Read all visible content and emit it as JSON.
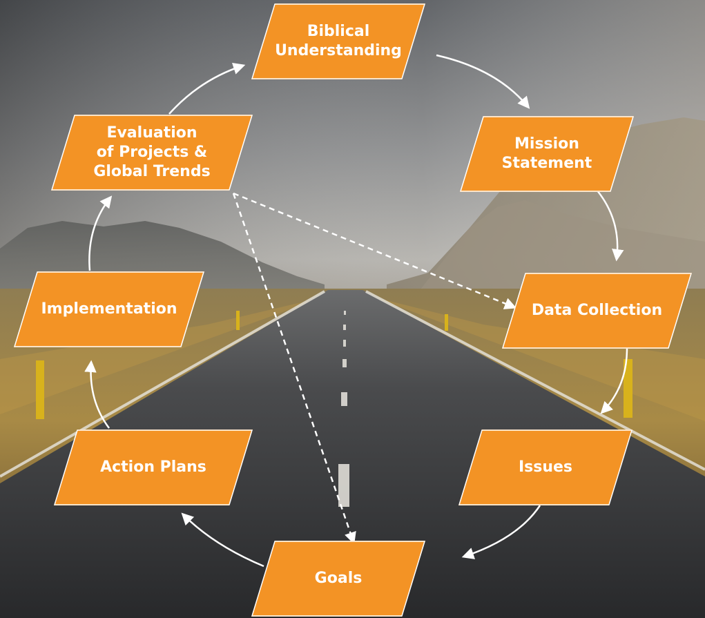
{
  "colors": {
    "box": "#f39325",
    "label": "#ffffff",
    "arrow": "#ffffff"
  },
  "boxes": {
    "biblical_understanding": "Biblical\nUnderstanding",
    "mission_statement": "Mission\nStatement",
    "data_collection": "Data Collection",
    "issues": "Issues",
    "goals": "Goals",
    "action_plans": "Action Plans",
    "implementation": "Implementation",
    "evaluation": "Evaluation\nof Projects &\nGlobal Trends"
  }
}
